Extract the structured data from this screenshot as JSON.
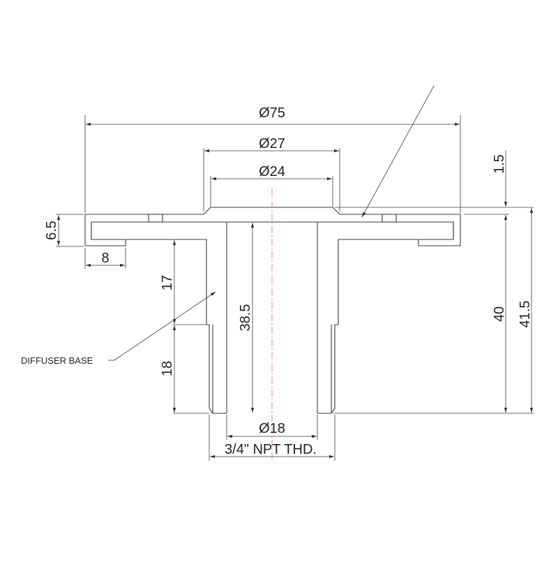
{
  "drawing": {
    "title": "Diffuser base section view",
    "colors": {
      "line": "#3a3a3a",
      "text": "#222222",
      "centerline": "#d08a8a",
      "background": "#ffffff"
    },
    "dimensions": {
      "outer_diameter": "Ø75",
      "boss_outer_diameter": "Ø27",
      "boss_inner_diameter": "Ø24",
      "bore_diameter": "Ø18",
      "boss_height": "1.5",
      "flange_thickness": "6.5",
      "lip_width": "8",
      "upper_stem_height": "17",
      "lower_stem_height": "18",
      "bore_depth": "38.5",
      "body_height": "40",
      "overall_height": "41.5"
    },
    "notes": {
      "part_label": "DIFFUSER BASE",
      "thread_spec": "3/4\" NPT THD."
    }
  }
}
